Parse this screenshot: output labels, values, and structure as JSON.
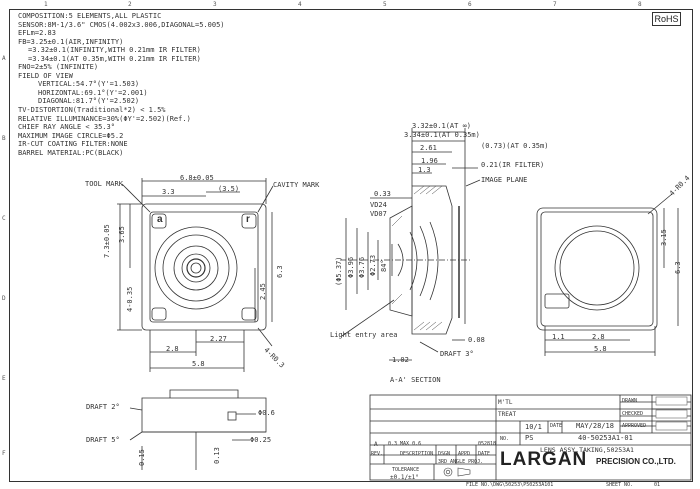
{
  "specs": [
    "COMPOSITION:5 ELEMENTS,ALL PLASTIC",
    "SENSOR:8M-1/3.6\" CMOS(4.002x3.006,DIAGONAL=5.005)",
    "EFLm=2.83",
    "FB=3.25±0.1(AIR,INFINITY)",
    "=3.32±0.1(INFINITY,WITH 0.21mm IR FILTER)",
    "=3.34±0.1(AT 0.35m,WITH 0.21mm IR FILTER)",
    "FNO=2±5% (INFINITE)",
    "FIELD OF VIEW",
    "VERTICAL:54.7°(Y'=1.503)",
    "HORIZONTAL:69.1°(Y'=2.001)",
    "DIAGONAL:81.7°(Y'=2.502)",
    "TV-DISTORTION(Traditional*2) < 1.5%",
    "RELATIVE ILLUMINANCE=30%(ΦY'=2.502)(Ref.)",
    "CHIEF RAY ANGLE < 35.3°",
    "MAXIMUM IMAGE CIRCLE=Φ5.2",
    "IR-CUT COATING FILTER:NONE",
    "BARREL MATERIAL:PC(BLACK)"
  ],
  "rohs": "RoHS",
  "front_view": {
    "tool_mark": "TOOL MARK",
    "cavity_mark": "CAVITY MARK",
    "dim_width_top": "6.8±0.05",
    "dim_3_3": "3.3",
    "dim_3_5": "(3.5)",
    "dim_height": "7.3±0.05",
    "dim_3_65": "3.65",
    "dim_4_0_35": "4-0.35",
    "dim_6_3": "6.3",
    "dim_2_45": "2.45",
    "dim_2_27": "2.27",
    "dim_2_8": "2.8",
    "dim_5_8": "5.8",
    "dim_r0_3": "4-R0.3",
    "cavity_a": "a",
    "cavity_r": "r"
  },
  "section_view": {
    "dim_3_32": "3.32±0.1(AT ∞)",
    "dim_3_34": "3.34±0.1(AT 0.35m)",
    "dim_2_61": "2.61",
    "dim_0_73": "(0.73)(AT 0.35m)",
    "dim_1_96": "1.96",
    "dim_1_3": "1.3",
    "ir_filter": "0.21(IR FILTER)",
    "image_plane": "IMAGE PLANE",
    "dim_0_33": "0.33",
    "vd24": "VD24",
    "vd07": "VD07",
    "phi_5_37": "(Φ5.37)",
    "phi_3_96": "Φ3.96",
    "phi_3_76": "Φ3.76",
    "phi_2_73": "Φ2.73",
    "dim_84": "84°",
    "light_entry": "Light entry area",
    "dim_0_08": "0.08",
    "dim_1_02": "1.02",
    "draft_3": "DRAFT 3°",
    "section_label": "A-A' SECTION"
  },
  "rear_view": {
    "dim_r0_4": "4-R0.4",
    "dim_3_15": "3.15",
    "dim_6_3": "6.3",
    "dim_1_1": "1.1",
    "dim_2_8": "2.8",
    "dim_5_8": "5.8"
  },
  "side_view": {
    "draft_2": "DRAFT 2°",
    "draft_5": "DRAFT 5°",
    "phi_0_6": "Φ0.6",
    "phi_0_25": "Φ0.25",
    "dim_0_15": "0.15",
    "dim_0_13": "0.13"
  },
  "title_block": {
    "mtl_label": "M'TL",
    "treat_label": "TREAT",
    "scale": "10/1",
    "date_label": "DATE",
    "date": "MAY/28/18",
    "no_label": "NO.",
    "no_value": "PS",
    "drawn": "DRAWN",
    "checked": "CHECKED",
    "approved": "APPROVED",
    "part_no": "40-50253A1-01",
    "description": "LENS ASSY,TAKING,50253A1",
    "tolerance_label": "TOLERANCE",
    "third_angle": "3RD ANGLE PROJ.",
    "tolerance": "±0.1/±1°",
    "rev_label": "REV.",
    "desc_label": "DESCRIPTION",
    "dsgn_label": "DSGN",
    "appd_label": "APPD",
    "date_col_label": "DATE",
    "rev_a": "A",
    "rev_a_desc": "0.3 MAX 0.6",
    "rev_a_date": "052818",
    "company": "LARGAN",
    "company_sub": "PRECISION CO.,LTD.",
    "file_no": "FILE NO.\\DWG\\50253\\P50253A101",
    "sheet_label": "SHEET NO.",
    "sheet_no": "01"
  },
  "zones": {
    "top": [
      "1",
      "2",
      "3",
      "4",
      "5",
      "6",
      "7",
      "8"
    ],
    "side": [
      "A",
      "B",
      "C",
      "D",
      "E",
      "F"
    ]
  }
}
